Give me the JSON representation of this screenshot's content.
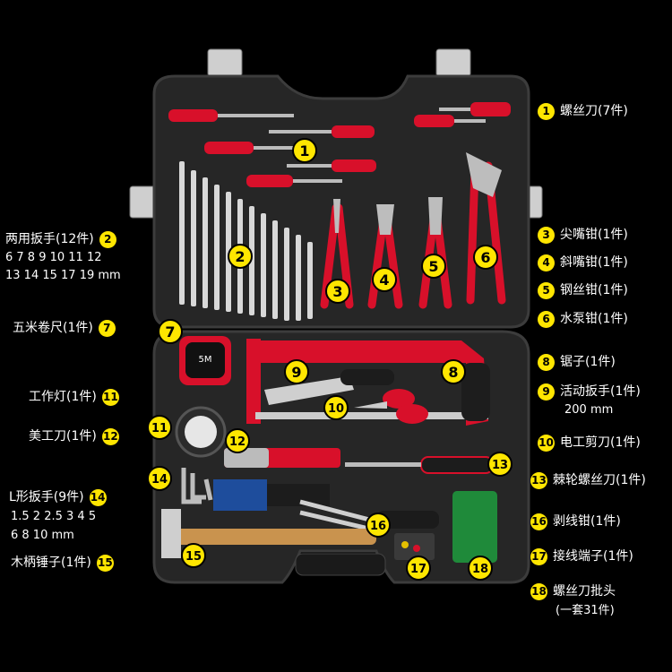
{
  "items": [
    {
      "n": "1",
      "name": "螺丝刀(7件)"
    },
    {
      "n": "2",
      "name": "两用扳手(12件)",
      "spec1": "6 7 8 9 10 11 12",
      "spec2": "13 14 15 17 19 mm"
    },
    {
      "n": "3",
      "name": "尖嘴钳(1件)"
    },
    {
      "n": "4",
      "name": "斜嘴钳(1件)"
    },
    {
      "n": "5",
      "name": "钢丝钳(1件)"
    },
    {
      "n": "6",
      "name": "水泵钳(1件)"
    },
    {
      "n": "7",
      "name": "五米卷尺(1件)"
    },
    {
      "n": "8",
      "name": "锯子(1件)"
    },
    {
      "n": "9",
      "name": "活动扳手(1件)",
      "spec1": "200 mm"
    },
    {
      "n": "10",
      "name": "电工剪刀(1件)"
    },
    {
      "n": "11",
      "name": "工作灯(1件)"
    },
    {
      "n": "12",
      "name": "美工刀(1件)"
    },
    {
      "n": "13",
      "name": "棘轮螺丝刀(1件)"
    },
    {
      "n": "14",
      "name": "L形扳手(9件)",
      "spec1": "1.5 2 2.5 3 4 5",
      "spec2": "6 8 10 mm"
    },
    {
      "n": "15",
      "name": "木柄锤子(1件)"
    },
    {
      "n": "16",
      "name": "剥线钳(1件)"
    },
    {
      "n": "17",
      "name": "接线端子(1件)"
    },
    {
      "n": "18",
      "name": "螺丝刀批头",
      "spec1": "(一套31件)"
    }
  ],
  "tape_mark": "5M",
  "colors": {
    "marker": "#ffe600",
    "tool_red": "#d8102a",
    "case": "#2a2a2a"
  }
}
